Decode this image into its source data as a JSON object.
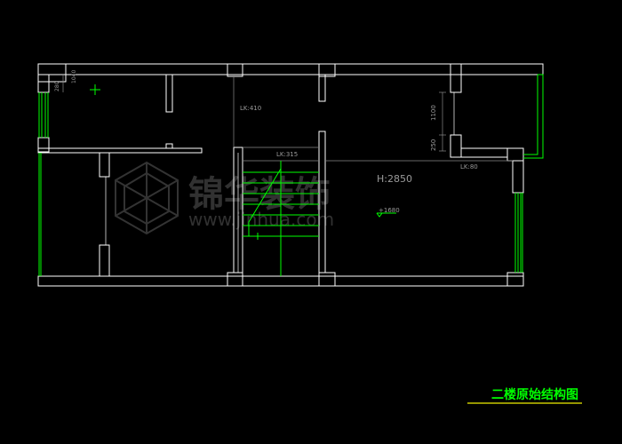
{
  "title": "二楼原始结构图",
  "labels": {
    "lk_410": "LK:410",
    "lk_315": "LK:315",
    "lk_80": "LK:80",
    "height": "H:2850",
    "level": "+1680",
    "dim_1100": "1100",
    "dim_250": "250",
    "dim_280": "280",
    "dim_1040": "1040"
  },
  "watermark": {
    "text": "锦华装饰",
    "url": "www.jinhua.com"
  },
  "colors": {
    "background": "#000000",
    "wall": "#ffffff",
    "window": "#00ff00",
    "stair": "#00ff00",
    "title": "#00ff00",
    "title_underline": "#c8c800",
    "label": "#9a9a9a"
  }
}
